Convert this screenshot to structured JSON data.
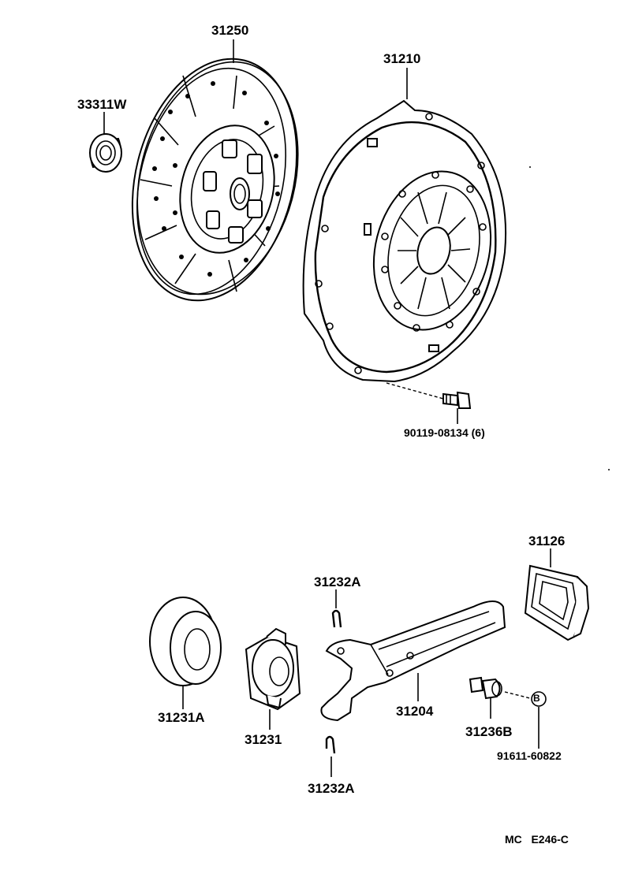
{
  "parts": {
    "clutch_disc": "31250",
    "pilot_bearing": "33311W",
    "clutch_cover": "31210",
    "cover_bolt": "90119-08134 (6)",
    "release_cylinder_boot": "31126",
    "bearing_clip_top": "31232A",
    "bearing_clip_bottom": "31232A",
    "hub_seal": "31231A",
    "release_bearing": "31231",
    "release_fork": "31204",
    "fork_support": "31236B",
    "grease_part": "91611-60822",
    "grease_mark": "B"
  },
  "diagram_code": "MC   E246-C"
}
